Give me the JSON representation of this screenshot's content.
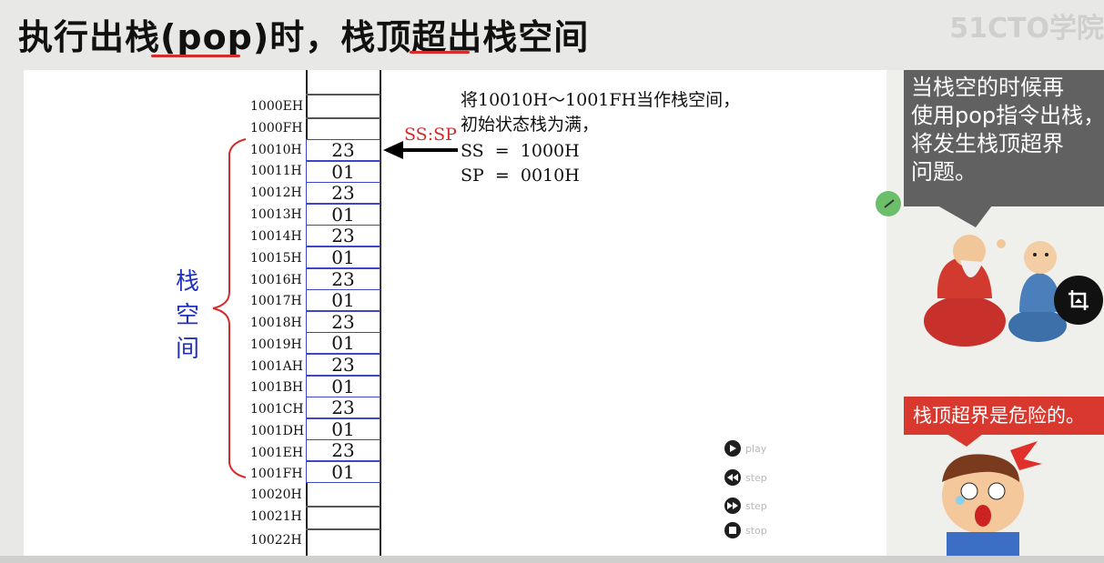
{
  "title": "执行出栈(pop)时，栈顶超出栈空间",
  "watermark": "51CTO学院",
  "stack_label": [
    "栈",
    "空",
    "间"
  ],
  "ss_sp_label": "SS:SP",
  "note_lines": [
    "将10010H～1001FH当作栈空间，",
    "初始状态栈为满，",
    "SS  =  1000H",
    "SP  =  0010H"
  ],
  "addresses": [
    "1000EH",
    "1000FH",
    "10010H",
    "10011H",
    "10012H",
    "10013H",
    "10014H",
    "10015H",
    "10016H",
    "10017H",
    "10018H",
    "10019H",
    "1001AH",
    "1001BH",
    "1001CH",
    "1001DH",
    "1001EH",
    "1001FH",
    "10020H",
    "10021H",
    "10022H"
  ],
  "cells": [
    "23",
    "01",
    "23",
    "01",
    "23",
    "01",
    "23",
    "01",
    "23",
    "01",
    "23",
    "01",
    "23",
    "01",
    "23",
    "01"
  ],
  "controls": {
    "play": "play",
    "step_back": "step",
    "step_forward": "step",
    "stop": "stop"
  },
  "right_panel": {
    "bubble1": "当栈空的时候再\n使用pop指令出栈，\n将发生栈顶超界\n问题。",
    "bubble2": "栈顶超界是危险的。"
  },
  "colors": {
    "accent_red": "#d62b2b",
    "cell_border": "#3b47c7",
    "stack_label": "#2233bb"
  }
}
